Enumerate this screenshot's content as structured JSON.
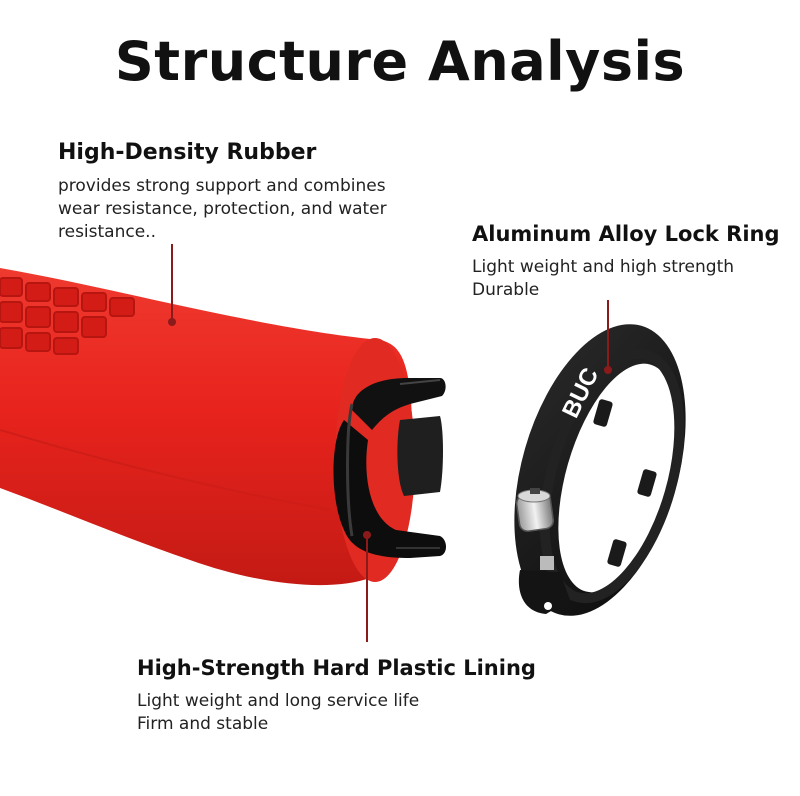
{
  "title": "Structure Analysis",
  "callouts": {
    "rubber": {
      "heading": "High-Density Rubber",
      "lines": [
        "provides strong support and combines",
        "wear resistance, protection, and water",
        "resistance.."
      ]
    },
    "lock_ring": {
      "heading": "Aluminum Alloy Lock Ring",
      "lines": [
        "Light weight and high strength",
        "Durable"
      ]
    },
    "lining": {
      "heading": "High-Strength Hard Plastic Lining",
      "lines": [
        "Light weight and long service life",
        "Firm and stable"
      ]
    }
  },
  "ring_brand": "BUC",
  "colors": {
    "grip_red": "#e8231d",
    "grip_dark": "#c81a15",
    "ring_black": "#161616",
    "leader_red": "#8b1a1a"
  }
}
